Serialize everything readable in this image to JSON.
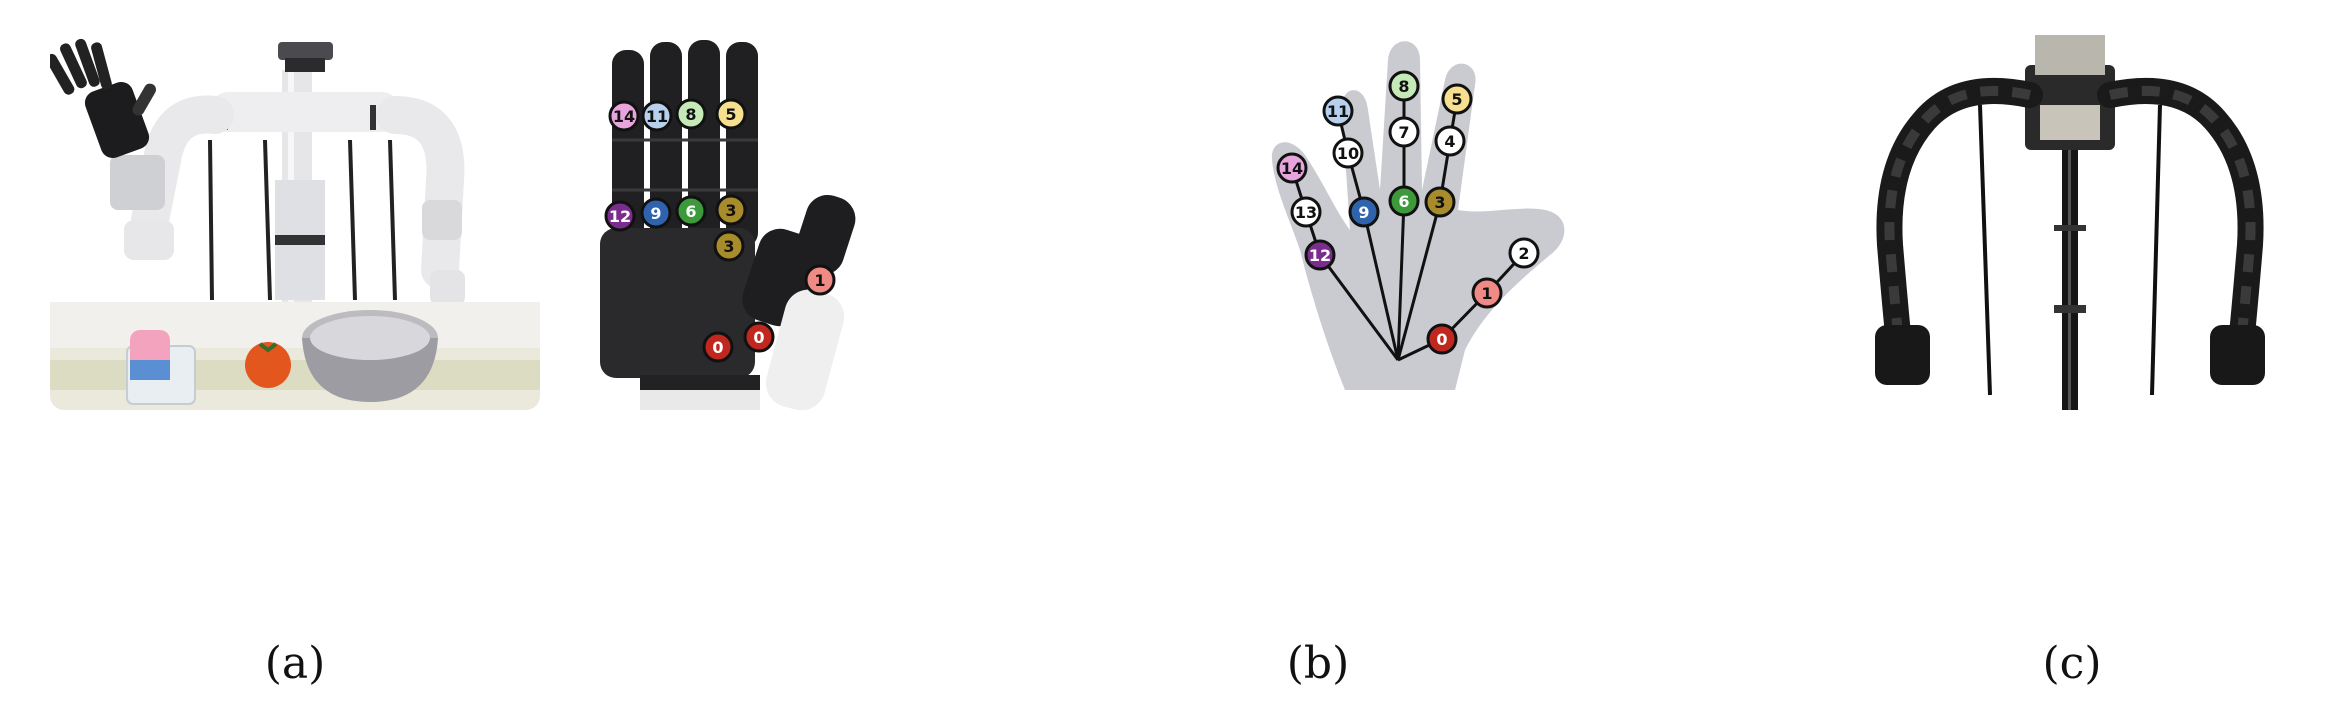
{
  "captions": {
    "a": "(a)",
    "b": "(b)",
    "c": "(c)"
  },
  "colors": {
    "red": "#c0271f",
    "pink": "#f08a84",
    "white": "#ffffff",
    "olive": "#a88b2a",
    "green": "#3d9a3a",
    "blue": "#2f63ad",
    "purple": "#7a2d8c",
    "lightpink": "#e8a4dc",
    "lightblue": "#b6d0ee",
    "lightgreen": "#c5eab8",
    "lightyellow": "#f6e08f"
  },
  "robot_hand_labels": {
    "pinky_top": "14",
    "ring_top": "11",
    "middle_top": "8",
    "index_top": "5",
    "pinky_base": "12",
    "ring_base": "9",
    "middle_base": "6",
    "index_base": "3",
    "palm_joint": "3",
    "thumb_tip": "1",
    "thumb_base_a": "0",
    "thumb_base_b": "0"
  },
  "human_hand_labels": {
    "pinky_1": "14",
    "pinky_2": "13",
    "pinky_3": "12",
    "ring_1": "11",
    "ring_2": "10",
    "ring_3": "9",
    "middle_1": "8",
    "middle_2": "7",
    "middle_3": "6",
    "index_1": "5",
    "index_2": "4",
    "index_3": "3",
    "thumb_1": "2",
    "thumb_2": "1",
    "thumb_3": "0"
  }
}
